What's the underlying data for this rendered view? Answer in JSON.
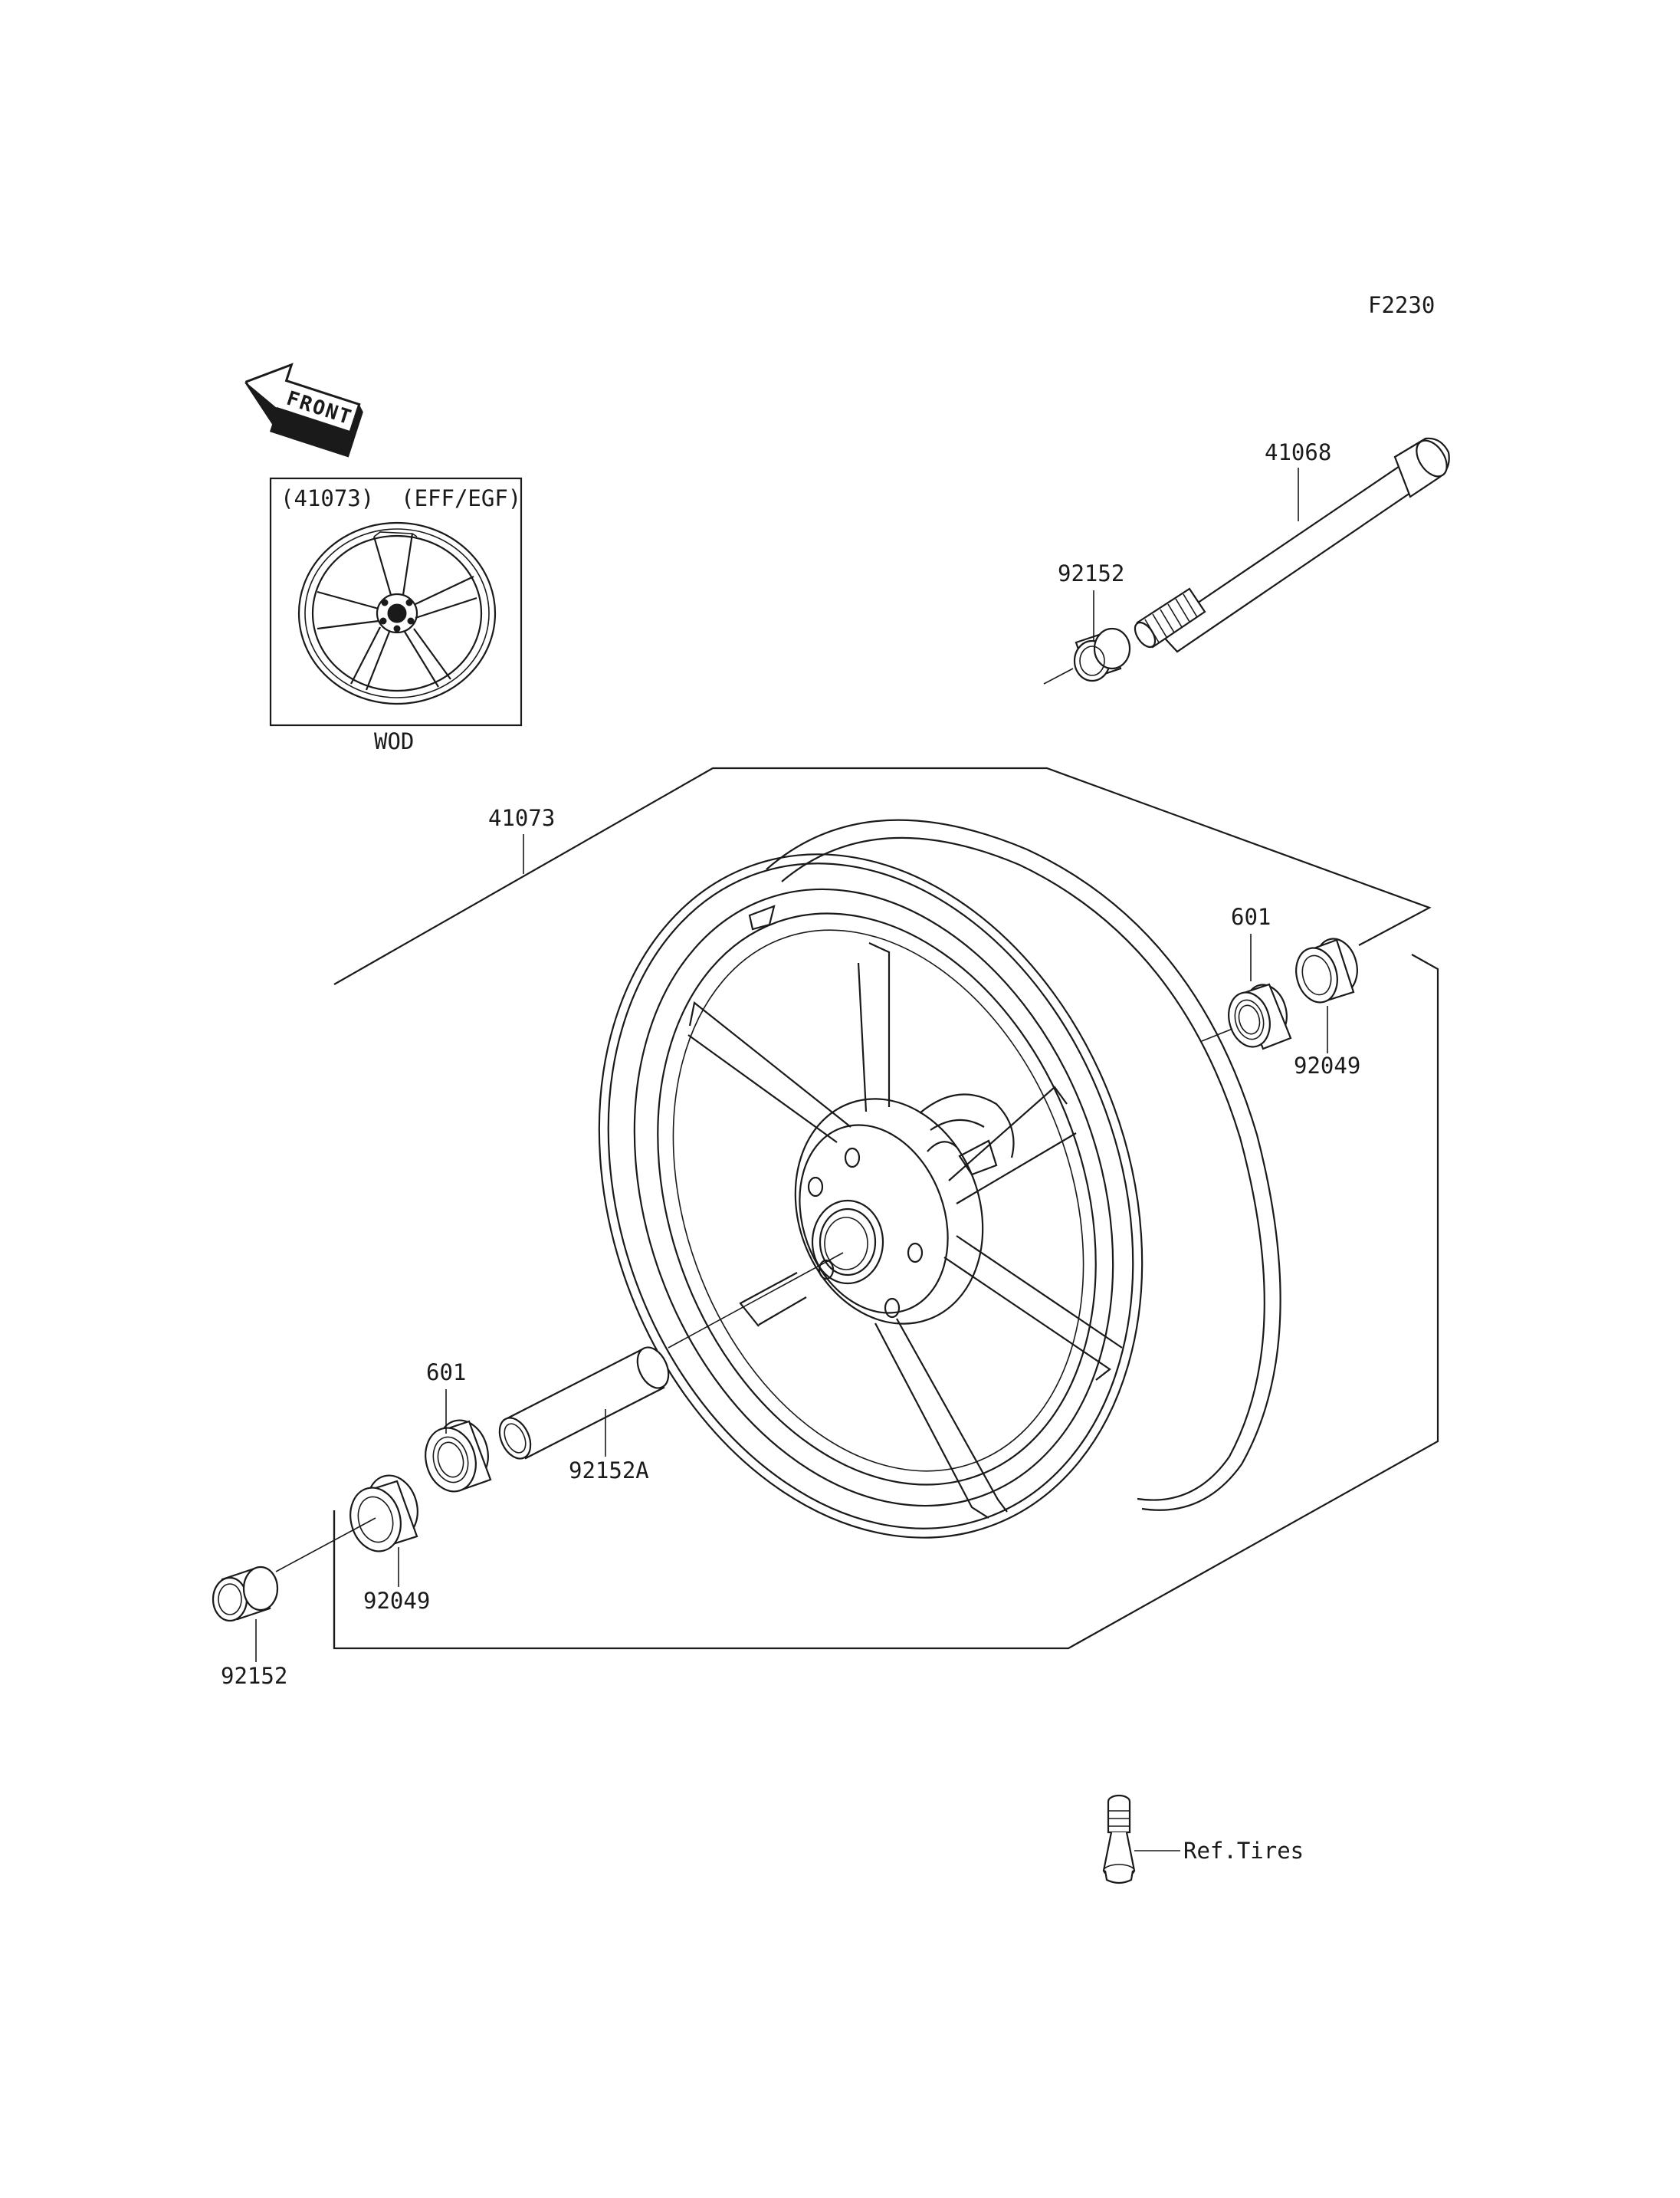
{
  "diagram_id": "F2230",
  "front_arrow": {
    "text": "FRONT",
    "icon": "front-direction-arrow-icon"
  },
  "inset": {
    "caption": "(41073)  (EFF/EGF)",
    "footer": "WOD"
  },
  "parts": {
    "axle": "41068",
    "collar_right": "92152",
    "wheel": "41073",
    "bearing_right": "601",
    "seal_right": "92049",
    "bearing_left": "601",
    "spacer": "92152A",
    "seal_left": "92049",
    "collar_left": "92152"
  },
  "valve": {
    "label": "Ref.Tires",
    "icon": "tire-valve-icon"
  }
}
